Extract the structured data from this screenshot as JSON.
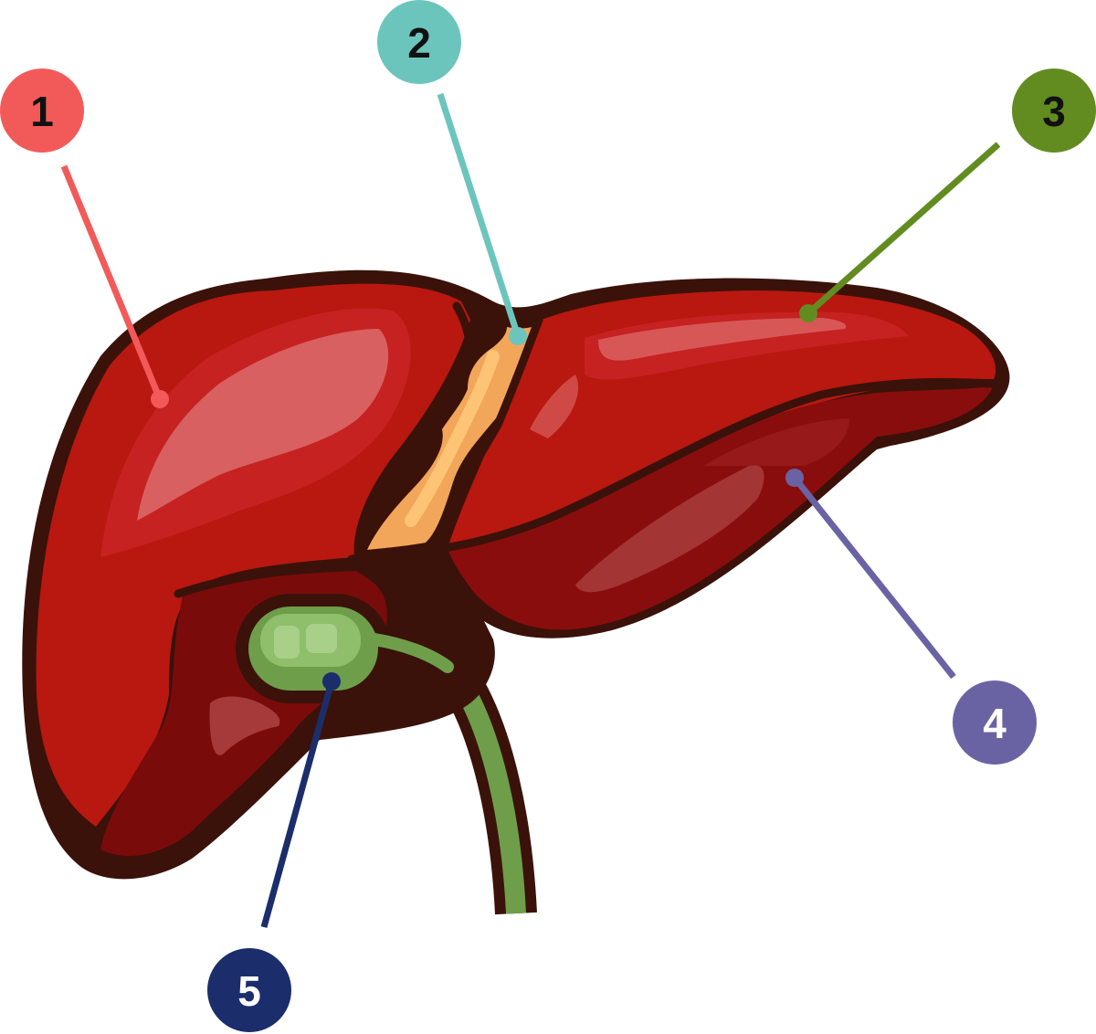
{
  "markers": [
    {
      "id": 1,
      "label": "1",
      "color": "#f25a5a",
      "text_color": "#111111"
    },
    {
      "id": 2,
      "label": "2",
      "color": "#6cc5bd",
      "text_color": "#111111"
    },
    {
      "id": 3,
      "label": "3",
      "color": "#628c20",
      "text_color": "#111111"
    },
    {
      "id": 4,
      "label": "4",
      "color": "#6a63a3",
      "text_color": "#ffffff"
    },
    {
      "id": 5,
      "label": "5",
      "color": "#1b2e6b",
      "text_color": "#ffffff"
    }
  ],
  "colors": {
    "outline": "#3a120a",
    "liver_main": "#b8180f",
    "liver_dark": "#7a0b0b",
    "liver_highlight": "#d96060",
    "ligament": "#f2a65a",
    "ligament_light": "#ffc878",
    "gallbladder": "#6e9e4a",
    "gallbladder_light": "#8fbf6a"
  },
  "icons": [
    "liver-illustration",
    "gallbladder-illustration",
    "bile-duct-illustration"
  ]
}
